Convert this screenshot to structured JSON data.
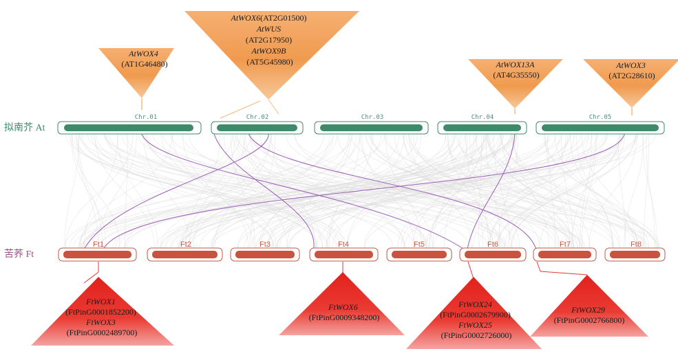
{
  "species": {
    "top_label": "拟南芥 At",
    "bottom_label": "苦荞 Ft"
  },
  "colors": {
    "at_chromosome": "#3f8a6b",
    "ft_chromosome": "#c9533e",
    "synteny_background": "#d9d9d9",
    "wox_link": "#9b5bb5",
    "at_triangle": "#f0a35a",
    "ft_triangle": "#e23a32"
  },
  "at_chromosomes": [
    "Chr.01",
    "Chr.02",
    "Chr.03",
    "Chr.04",
    "Chr.05"
  ],
  "ft_chromosomes": [
    "Ft1",
    "Ft2",
    "Ft3",
    "Ft4",
    "Ft5",
    "Ft6",
    "Ft7",
    "Ft8"
  ],
  "at_genes": [
    {
      "lines": [
        {
          "name": "AtWOX4",
          "id": ""
        },
        {
          "name": "",
          "id": "(AT1G46480)"
        }
      ]
    },
    {
      "lines": [
        {
          "name": "AtWOX6",
          "id": "(AT2G01500)"
        },
        {
          "name": "AtWUS",
          "id": ""
        },
        {
          "name": "",
          "id": "(AT2G17950)"
        },
        {
          "name": "AtWOX9B",
          "id": ""
        },
        {
          "name": "",
          "id": "(AT5G45980)"
        }
      ]
    },
    {
      "lines": [
        {
          "name": "AtWOX13A",
          "id": ""
        },
        {
          "name": "",
          "id": "(AT4G35550)"
        }
      ]
    },
    {
      "lines": [
        {
          "name": "AtWOX3",
          "id": ""
        },
        {
          "name": "",
          "id": "(AT2G28610)"
        }
      ]
    }
  ],
  "ft_genes": [
    {
      "lines": [
        {
          "name": "FtWOX1",
          "id": ""
        },
        {
          "name": "",
          "id": "(FtPinG0001852200)"
        },
        {
          "name": "FtWOX3",
          "id": ""
        },
        {
          "name": "",
          "id": "(FtPinG0002489700)"
        }
      ]
    },
    {
      "lines": [
        {
          "name": "FtWOX6",
          "id": ""
        },
        {
          "name": "",
          "id": "(FtPinG0009348200)"
        }
      ]
    },
    {
      "lines": [
        {
          "name": "FtWOX24",
          "id": ""
        },
        {
          "name": "",
          "id": "(FtPinG0002679900)"
        },
        {
          "name": "FtWOX25",
          "id": ""
        },
        {
          "name": "",
          "id": "(FtPinG0002726000)"
        }
      ]
    },
    {
      "lines": [
        {
          "name": "FtWOX29",
          "id": ""
        },
        {
          "name": "",
          "id": "(FtPinG0002766800)"
        }
      ]
    }
  ]
}
